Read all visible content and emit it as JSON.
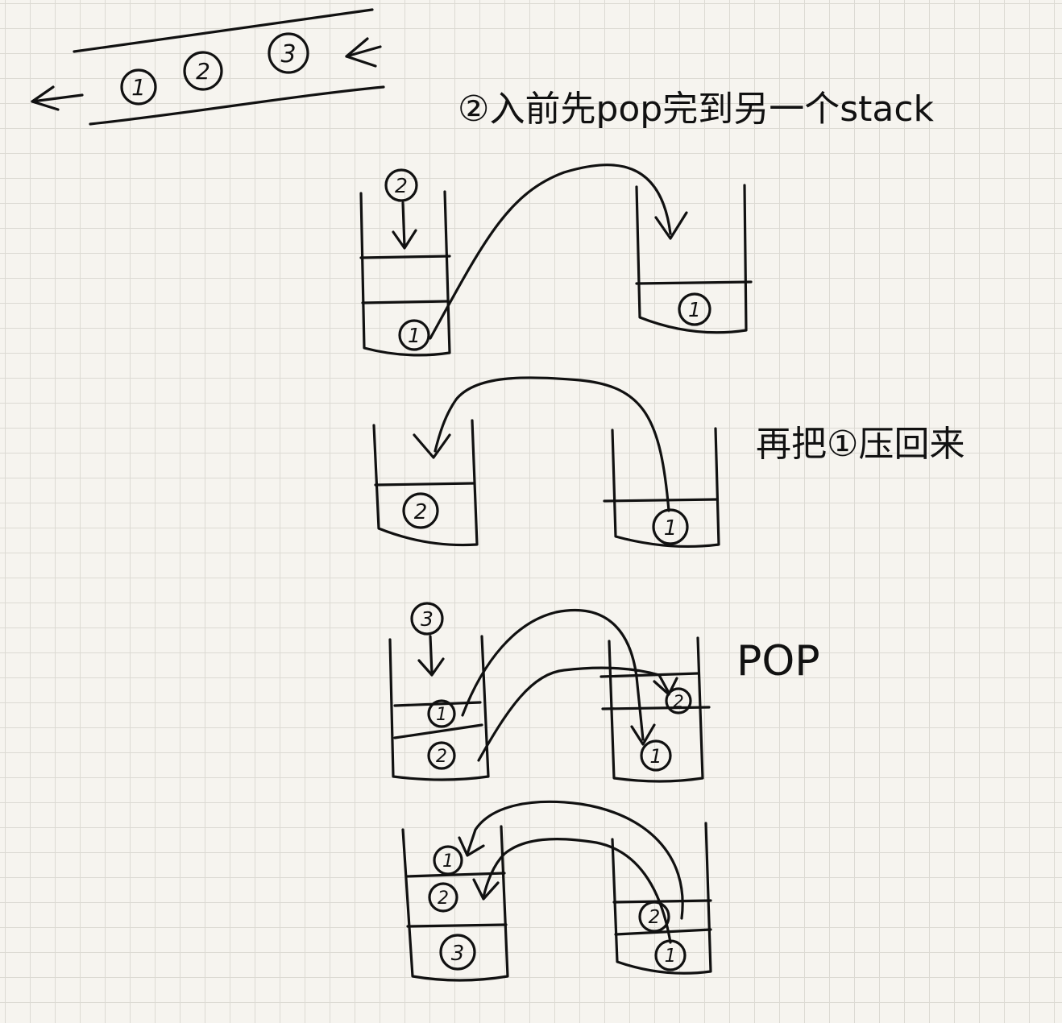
{
  "queue": {
    "items": [
      "1",
      "2",
      "3"
    ]
  },
  "notes": {
    "top": "②入前先pop完到另一个stack",
    "middle": "再把①压回来",
    "pop": "POP"
  },
  "stage1": {
    "incoming": "2",
    "left_stack": [
      "1"
    ],
    "right_stack": [
      "1"
    ]
  },
  "stage2": {
    "left_stack": [
      "2"
    ],
    "right_stack": [
      "1"
    ]
  },
  "stage3": {
    "incoming": "3",
    "left_stack": [
      "1",
      "2"
    ],
    "right_stack": [
      "2",
      "1"
    ]
  },
  "stage4": {
    "left_stack": [
      "1",
      "2",
      "3"
    ],
    "right_stack": [
      "2",
      "1"
    ]
  }
}
